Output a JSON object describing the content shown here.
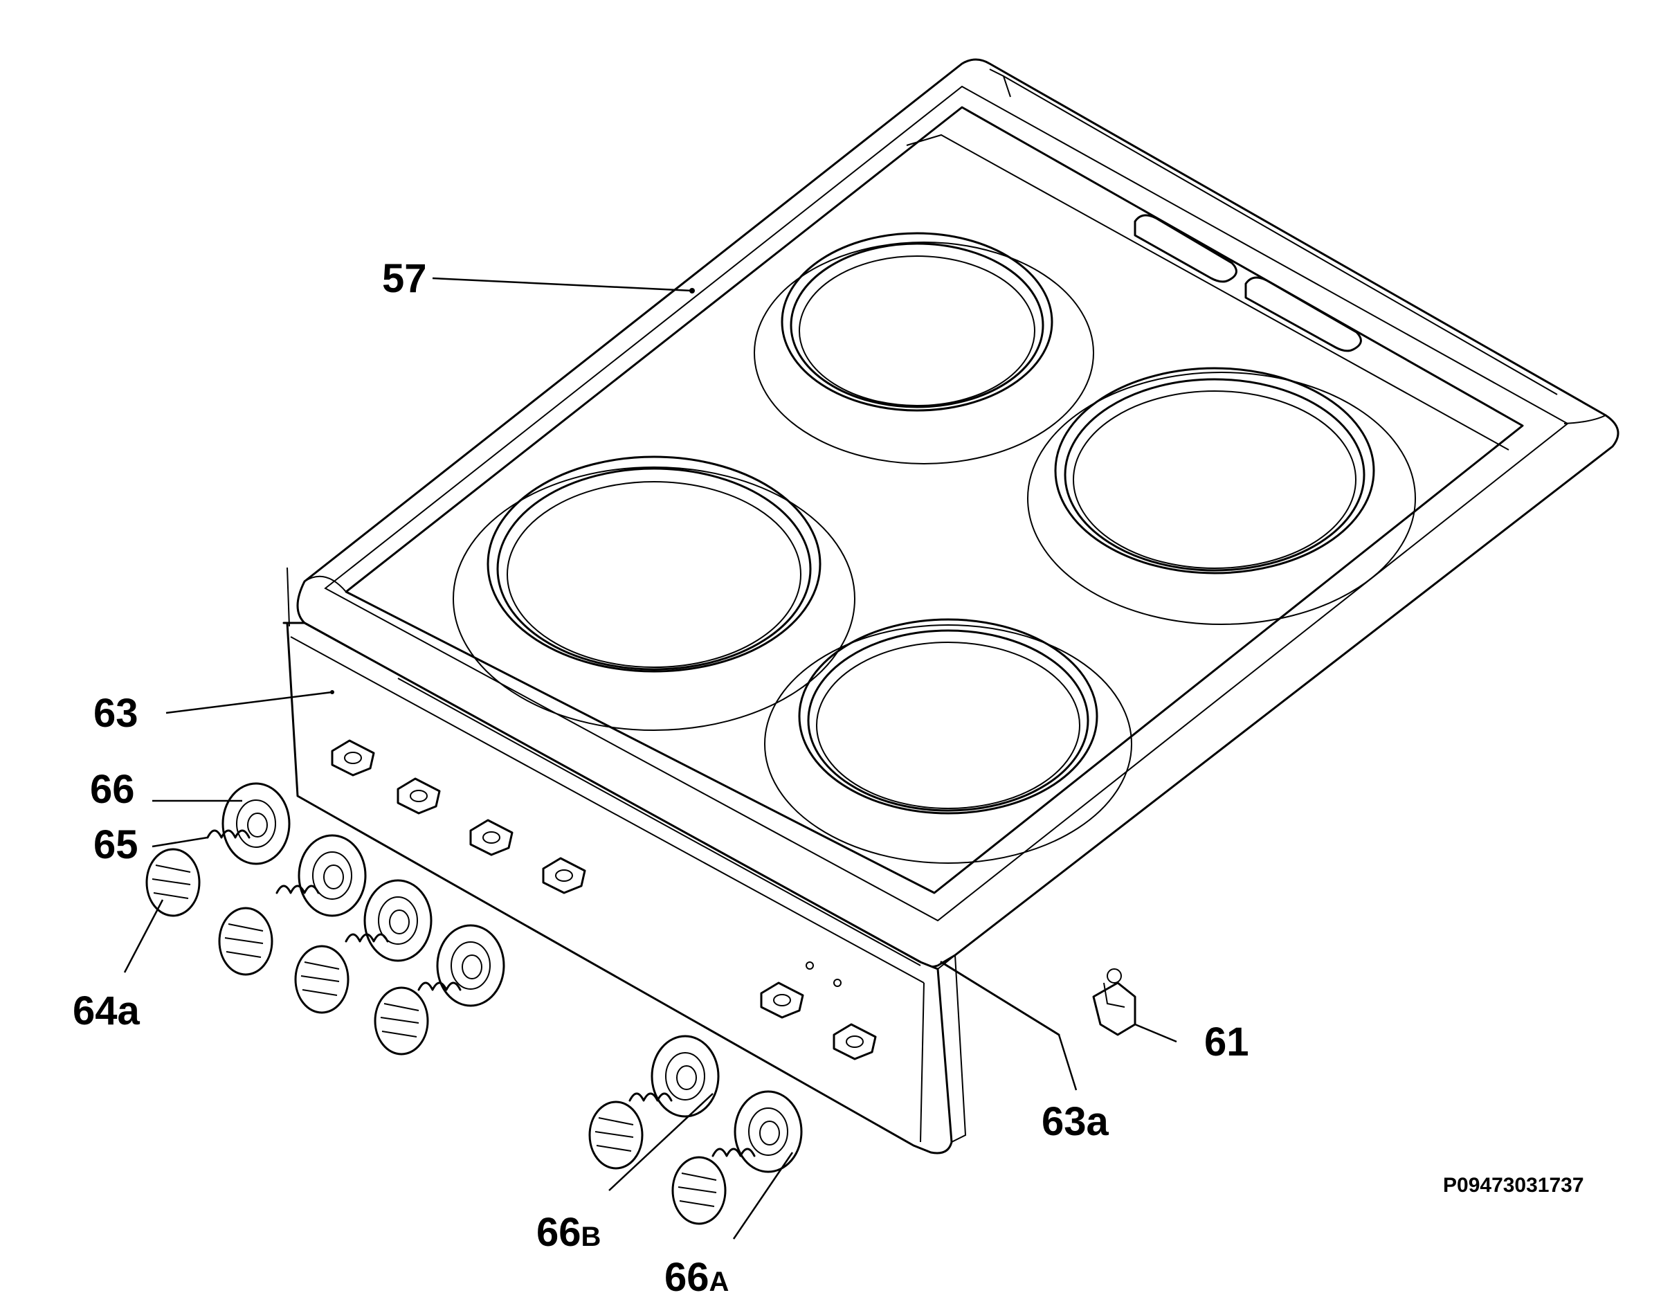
{
  "drawing": {
    "code": "P09473031737"
  },
  "parts": {
    "hob_top": "57",
    "control_panel": "63",
    "panel_wire": "63a",
    "clip": "61",
    "knob": "64a",
    "spring": "65",
    "bezel": "66",
    "bezel_b_num": "66",
    "bezel_b_sub": "B",
    "bezel_a_num": "66",
    "bezel_a_sub": "A"
  }
}
